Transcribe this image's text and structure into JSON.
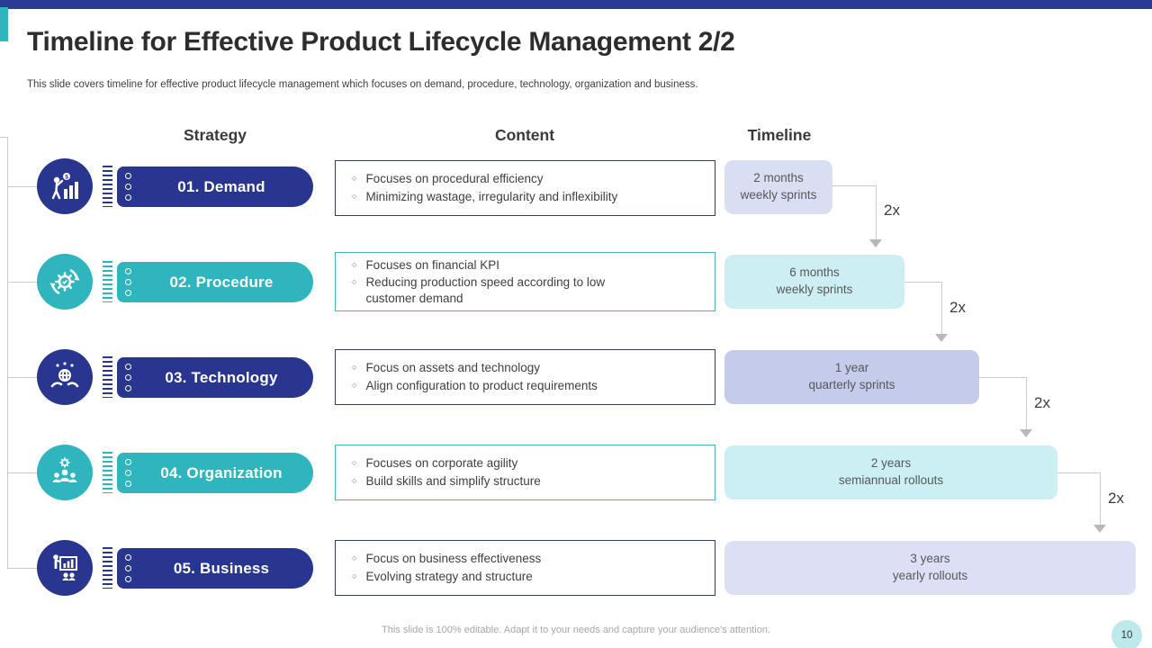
{
  "slide": {
    "title": "Timeline for Effective Product Lifecycle Management 2/2",
    "subtitle": "This slide covers timeline for effective  product lifecycle management which focuses on demand, procedure, technology, organization and business.",
    "footer": "This slide is 100% editable. Adapt it to your needs and capture your audience's attention.",
    "page_number": "10"
  },
  "columns": {
    "strategy": "Strategy",
    "content": "Content",
    "timeline": "Timeline"
  },
  "colors": {
    "navy": "#28368F",
    "teal": "#2FB5BE",
    "lavender_light": "#DADEF2",
    "lavender_mid": "#C5CBEB",
    "lavender_pale": "#DDE0F5",
    "cyan_light": "#CDEFF3",
    "connector_gray": "#CBCBCB"
  },
  "rows": [
    {
      "label": "01. Demand",
      "icon": "growth-person-icon",
      "bullets": [
        "Focuses on procedural efficiency",
        "Minimizing wastage, irregularity and inflexibility"
      ],
      "timeline": {
        "duration": "2 months",
        "cadence": "weekly sprints"
      },
      "multiplier": "2x"
    },
    {
      "label": "02. Procedure",
      "icon": "process-cycle-gear-icon",
      "bullets": [
        "Focuses on financial KPI",
        "Reducing production speed according to low customer demand"
      ],
      "timeline": {
        "duration": "6 months",
        "cadence": "weekly sprints"
      },
      "multiplier": "2x"
    },
    {
      "label": "03. Technology",
      "icon": "hands-globe-icon",
      "bullets": [
        "Focus on assets and technology",
        "Align configuration to product requirements"
      ],
      "timeline": {
        "duration": "1 year",
        "cadence": "quarterly sprints"
      },
      "multiplier": "2x"
    },
    {
      "label": "04. Organization",
      "icon": "team-gear-icon",
      "bullets": [
        "Focuses on corporate agility",
        "Build skills and simplify structure"
      ],
      "timeline": {
        "duration": "2 years",
        "cadence": "semiannual rollouts"
      },
      "multiplier": "2x"
    },
    {
      "label": "05. Business",
      "icon": "presentation-icon",
      "bullets": [
        "Focus on business effectiveness",
        "Evolving strategy and structure"
      ],
      "timeline": {
        "duration": "3 years",
        "cadence": "yearly rollouts"
      }
    }
  ]
}
